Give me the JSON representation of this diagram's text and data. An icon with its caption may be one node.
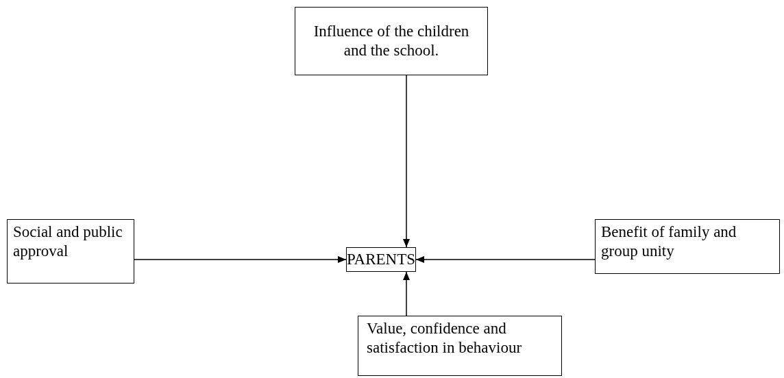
{
  "diagram": {
    "nodes": [
      {
        "text": [
          "Influence of the children and the school."
        ]
      },
      {
        "text": [
          "Social and public approval"
        ]
      },
      {
        "text": [
          "PARENTS"
        ]
      },
      {
        "text": [
          "Benefit of family and group unity"
        ]
      },
      {
        "text": [
          "Value, confidence and satisfaction in behaviour"
        ]
      }
    ],
    "edges": [
      {
        "from": 0,
        "to": 2,
        "arrow": "to"
      },
      {
        "from": 1,
        "to": 2,
        "arrow": "to"
      },
      {
        "from": 3,
        "to": 2,
        "arrow": "to"
      },
      {
        "from": 4,
        "to": 2,
        "arrow": "to"
      }
    ]
  }
}
